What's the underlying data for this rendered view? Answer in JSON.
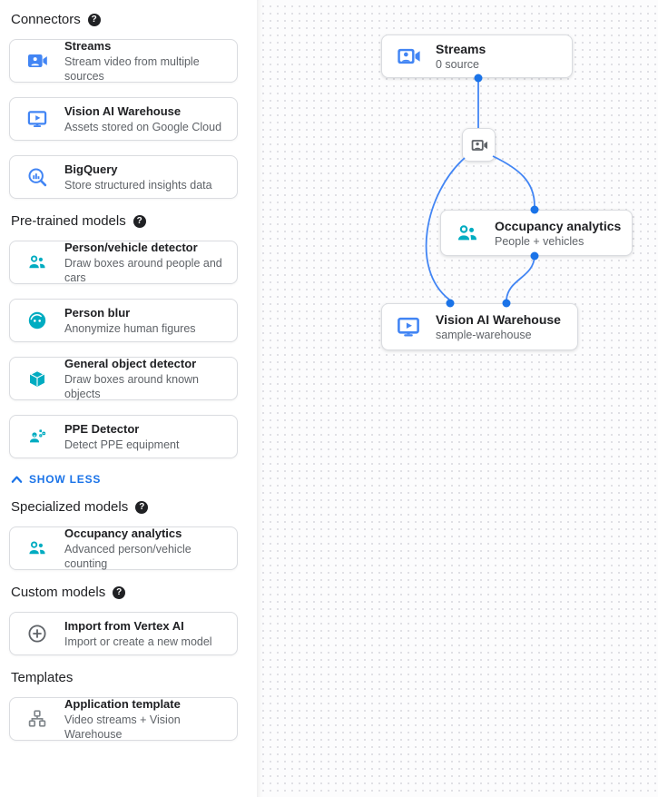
{
  "colors": {
    "icon_blue": "#4285f4",
    "icon_teal": "#00acc1",
    "link_blue": "#1a73e8",
    "edge_blue": "#4285f4",
    "port_blue": "#1a73e8"
  },
  "sidebar": {
    "sections": {
      "connectors": {
        "title": "Connectors",
        "has_help": true,
        "items": [
          {
            "title": "Streams",
            "desc": "Stream video from multiple sources",
            "icon": "video-camera-icon"
          },
          {
            "title": "Vision AI Warehouse",
            "desc": "Assets stored on Google Cloud",
            "icon": "warehouse-monitor-icon"
          },
          {
            "title": "BigQuery",
            "desc": "Store structured insights data",
            "icon": "bigquery-search-icon"
          }
        ]
      },
      "pretrained": {
        "title": "Pre-trained models",
        "has_help": true,
        "items": [
          {
            "title": "Person/vehicle detector",
            "desc": "Draw boxes around people and cars",
            "icon": "people-icon"
          },
          {
            "title": "Person blur",
            "desc": "Anonymize human figures",
            "icon": "face-icon"
          },
          {
            "title": "General object detector",
            "desc": "Draw boxes around known objects",
            "icon": "cube-icon"
          },
          {
            "title": "PPE Detector",
            "desc": "Detect PPE equipment",
            "icon": "ppe-person-icon"
          }
        ]
      },
      "specialized": {
        "title": "Specialized models",
        "has_help": true,
        "items": [
          {
            "title": "Occupancy analytics",
            "desc": "Advanced person/vehicle counting",
            "icon": "people-icon"
          }
        ]
      },
      "custom": {
        "title": "Custom models",
        "has_help": true,
        "items": [
          {
            "title": "Import from Vertex AI",
            "desc": "Import or create a new model",
            "icon": "add-circle-icon"
          }
        ]
      },
      "templates": {
        "title": "Templates",
        "has_help": false,
        "items": [
          {
            "title": "Application template",
            "desc": "Video streams + Vision Warehouse",
            "icon": "flow-tree-icon"
          }
        ]
      }
    },
    "show_less": "SHOW LESS"
  },
  "canvas": {
    "nodes": {
      "streams": {
        "title": "Streams",
        "subtitle": "0 source",
        "icon": "video-camera-icon"
      },
      "stream_source": {
        "icon": "video-camera-icon"
      },
      "occupancy": {
        "title": "Occupancy analytics",
        "subtitle": "People + vehicles",
        "icon": "people-icon"
      },
      "warehouse": {
        "title": "Vision AI Warehouse",
        "subtitle": "sample-warehouse",
        "icon": "warehouse-monitor-icon"
      }
    }
  }
}
